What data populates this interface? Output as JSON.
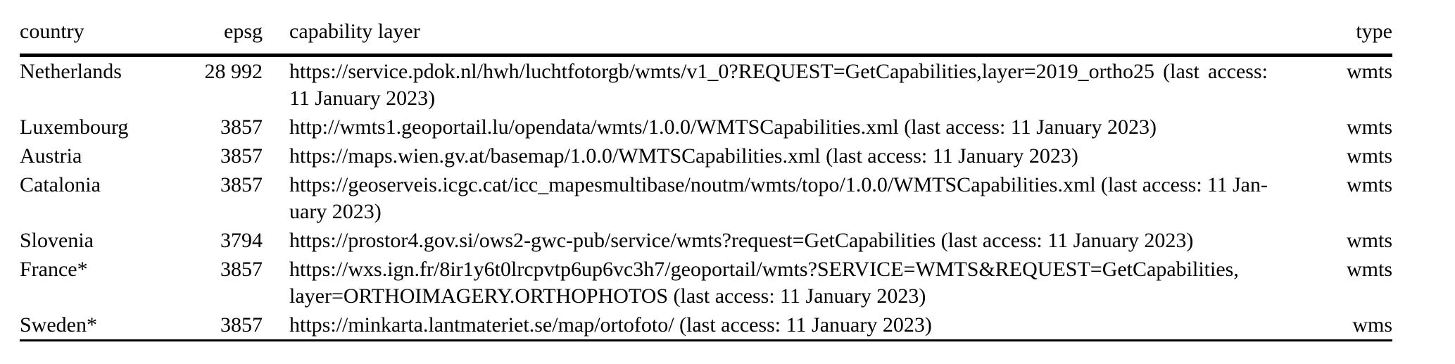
{
  "table": {
    "headers": {
      "country": "country",
      "epsg": "epsg",
      "capability_layer": "capability layer",
      "type": "type"
    },
    "rows": [
      {
        "country": "Netherlands",
        "epsg": "28 992",
        "layer_line1_a": "https://service.pdok.nl/hwh/luchtfotorgb/wmts/v1_0?REQUEST=GetCapabilities,layer=2019_ortho25",
        "layer_line1_b": "(last",
        "layer_line1_c": "access:",
        "layer_line2": "11 January 2023)",
        "type": "wmts"
      },
      {
        "country": "Luxembourg",
        "epsg": "3857",
        "layer_line1": "http://wmts1.geoportail.lu/opendata/wmts/1.0.0/WMTSCapabilities.xml (last access: 11 January 2023)",
        "type": "wmts"
      },
      {
        "country": "Austria",
        "epsg": "3857",
        "layer_line1": "https://maps.wien.gv.at/basemap/1.0.0/WMTSCapabilities.xml (last access: 11 January 2023)",
        "type": "wmts"
      },
      {
        "country": "Catalonia",
        "epsg": "3857",
        "layer_line1_a": "https://geoserveis.icgc.cat/icc_mapesmultibase/noutm/wmts/topo/1.0.0/WMTSCapabilities.xml",
        "layer_line1_b": "(last",
        "layer_line1_c": "access:",
        "layer_line1_d": "11",
        "layer_line1_e": "Jan-",
        "layer_line2": "uary 2023)",
        "type": "wmts"
      },
      {
        "country": "Slovenia",
        "epsg": "3794",
        "layer_line1": "https://prostor4.gov.si/ows2-gwc-pub/service/wmts?request=GetCapabilities (last access: 11 January 2023)",
        "type": "wmts"
      },
      {
        "country": "France*",
        "epsg": "3857",
        "layer_line1": "https://wxs.ign.fr/8ir1y6t0lrcpvtp6up6vc3h7/geoportail/wmts?SERVICE=WMTS&REQUEST=GetCapabilities,",
        "layer_line2": "layer=ORTHOIMAGERY.ORTHOPHOTOS (last access: 11 January 2023)",
        "type": "wmts"
      },
      {
        "country": "Sweden*",
        "epsg": "3857",
        "layer_line1": "https://minkarta.lantmateriet.se/map/ortofoto/ (last access: 11 January 2023)",
        "type": "wms"
      }
    ]
  },
  "colors": {
    "text": "#000000",
    "background": "#ffffff",
    "rule": "#000000"
  }
}
